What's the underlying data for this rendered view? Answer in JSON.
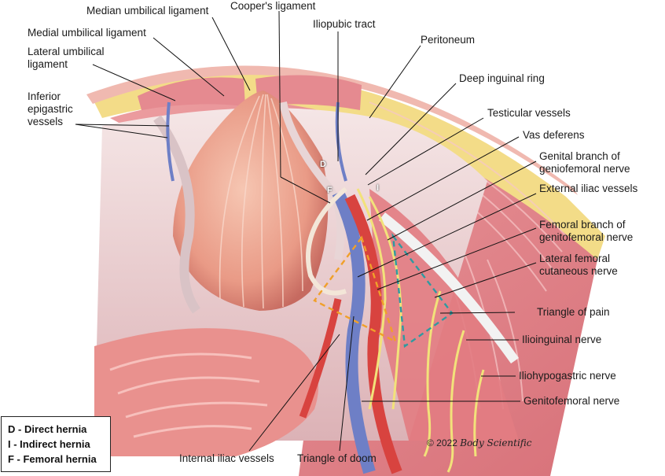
{
  "labels": {
    "median_umbilical": "Median umbilical ligament",
    "coopers": "Cooper's ligament",
    "medial_umbilical": "Medial umbilical ligament",
    "iliopubic": "Iliopubic tract",
    "peritoneum": "Peritoneum",
    "lateral_umbilical": "Lateral umbilical\nligament",
    "deep_inguinal": "Deep inguinal ring",
    "inferior_epigastric": "Inferior\nepigastric\nvessels",
    "testicular": "Testicular vessels",
    "vas_deferens": "Vas deferens",
    "genital_branch": "Genital branch of\ngeniofemoral nerve",
    "external_iliac": "External iliac vessels",
    "femoral_branch": "Femoral branch of\ngenitofemoral nerve",
    "lateral_femoral": "Lateral femoral\ncutaneous nerve",
    "triangle_pain": "Triangle of pain",
    "ilioinguinal": "Ilioinguinal nerve",
    "iliohypogastric": "Iliohypogastric nerve",
    "genitofemoral": "Genitofemoral nerve",
    "internal_iliac": "Internal iliac vessels",
    "triangle_doom": "Triangle of doom"
  },
  "zones": {
    "d": "D",
    "f": "F",
    "i": "I"
  },
  "legend": {
    "d": "D - Direct hernia",
    "i": "I - Indirect hernia",
    "f": "F - Femoral hernia"
  },
  "copyright": {
    "prefix": "© 2022",
    "brand": "Body Scientific"
  },
  "colors": {
    "muscle": "#e07f86",
    "fascia": "#f1dcdd",
    "fat": "#f3dc88",
    "bladder": "#eea58f",
    "nerve": "#f2e27a",
    "vein": "#6e7fc6",
    "artery": "#d8433f",
    "triangle_doom": "#f0a02a",
    "triangle_pain": "#2f9aa0"
  }
}
